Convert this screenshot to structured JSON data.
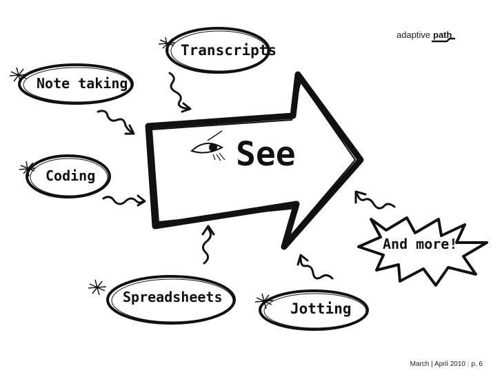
{
  "logo": {
    "prefix": "adaptive",
    "suffix": "path"
  },
  "center": {
    "label": "See"
  },
  "inputs": [
    {
      "label": "Transcripts"
    },
    {
      "label": "Note taking"
    },
    {
      "label": "Coding"
    },
    {
      "label": "Spreadsheets"
    },
    {
      "label": "Jotting"
    }
  ],
  "burst": {
    "label": "And more!"
  },
  "footer": {
    "text": "March | April 2010 : p. 6"
  }
}
